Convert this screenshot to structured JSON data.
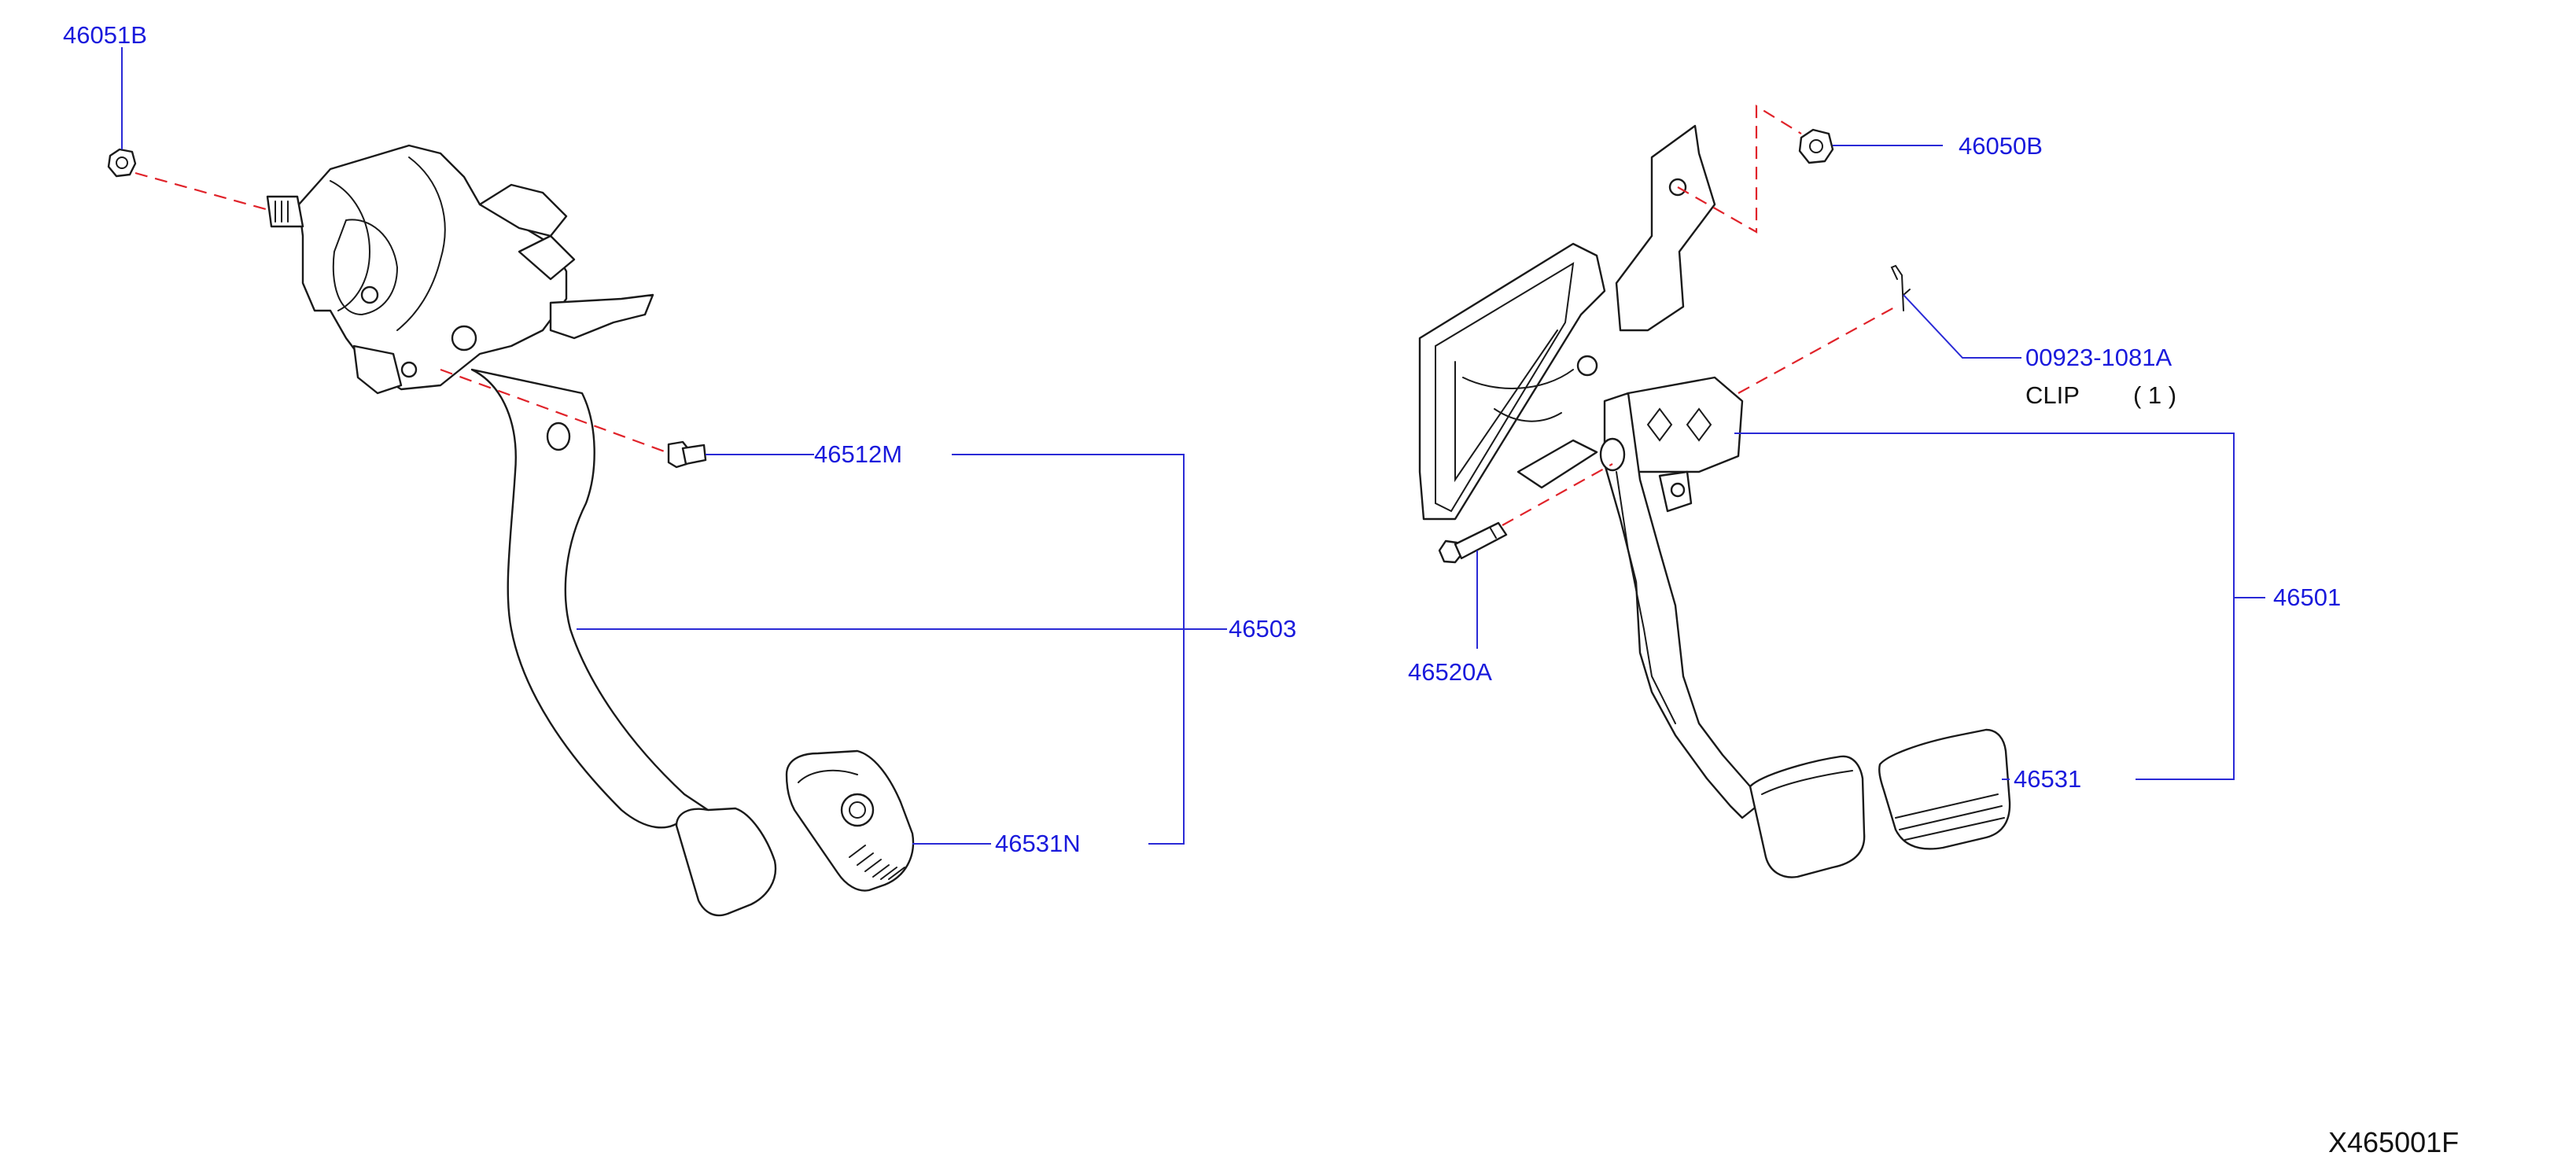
{
  "labels": {
    "nut_left": "46051B",
    "bolt_left": "46512M",
    "clutch_pedal_assy": "46503",
    "clutch_pad": "46531N",
    "nut_right": "46050B",
    "clip_part": "00923-1081A",
    "clip_name": "CLIP",
    "clip_qty": "( 1 )",
    "pin": "46520A",
    "brake_pedal_assy": "46501",
    "brake_pad": "46531",
    "diagram_id": "X465001F"
  },
  "colors": {
    "label_blue": "#1a1adc",
    "leader_blue": "#2a2ad6",
    "dash_red": "#e0232a",
    "line_black": "#1a1a1a"
  }
}
